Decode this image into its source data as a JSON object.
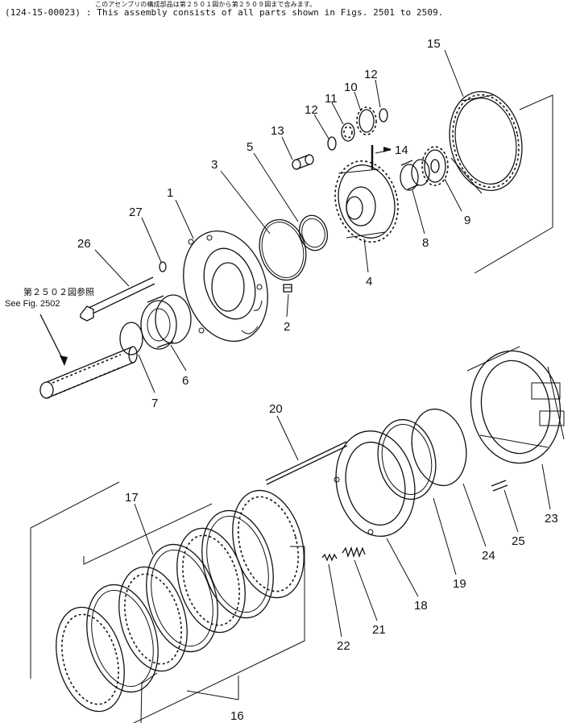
{
  "header": {
    "jp_line": "このアセンブリの構成部品は第２５０１図から第２５０９図まで含みます。",
    "en_line": "(124-15-00023) : This assembly consists of all parts shown in Figs. 2501 to 2509."
  },
  "reference": {
    "jp": "第２５０２図参照",
    "en": "See Fig. 2502"
  },
  "callouts": [
    "1",
    "2",
    "3",
    "4",
    "5",
    "6",
    "7",
    "8",
    "9",
    "10",
    "11",
    "12",
    "12",
    "13",
    "14",
    "15",
    "16",
    "17",
    "18",
    "19",
    "20",
    "21",
    "22",
    "23",
    "24",
    "25",
    "26",
    "27"
  ]
}
